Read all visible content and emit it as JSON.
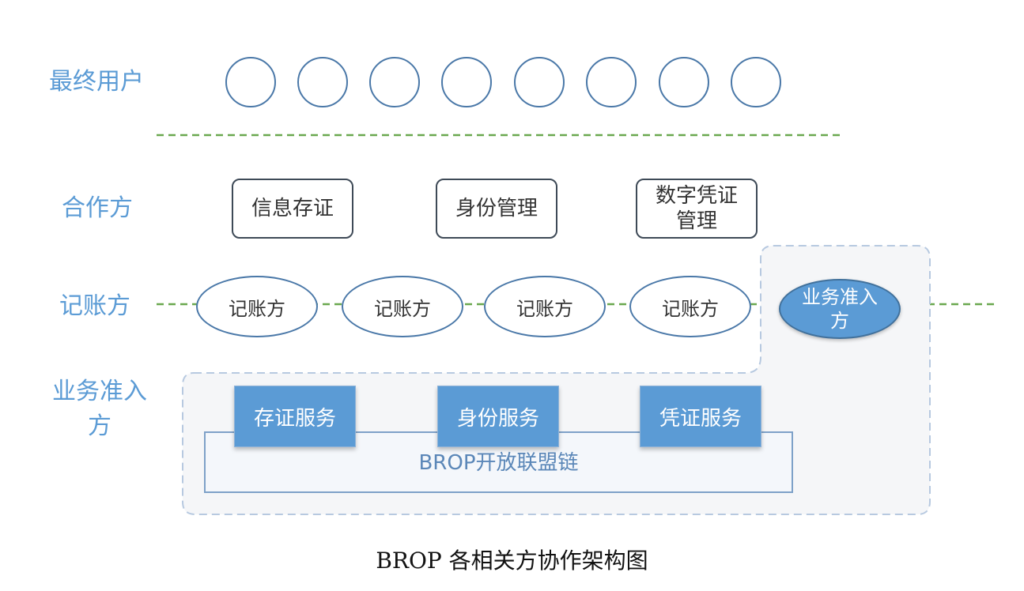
{
  "rows": {
    "end_users": "最终用户",
    "partners": "合作方",
    "ledgers": "记账方",
    "access": "业务准入\n方"
  },
  "end_user_count": 8,
  "partner_boxes": [
    "信息存证",
    "身份管理",
    "数字凭证\n管理"
  ],
  "ledger_nodes": [
    "记账方",
    "记账方",
    "记账方",
    "记账方"
  ],
  "access_node": "业务准入\n方",
  "services": [
    "存证服务",
    "身份服务",
    "凭证服务"
  ],
  "chain_label": "BROP开放联盟链",
  "caption": "BROP 各相关方协作架构图",
  "colors": {
    "accent": "#5b9bd5",
    "divider": "#6aa84f",
    "outline": "#4a78a8"
  }
}
